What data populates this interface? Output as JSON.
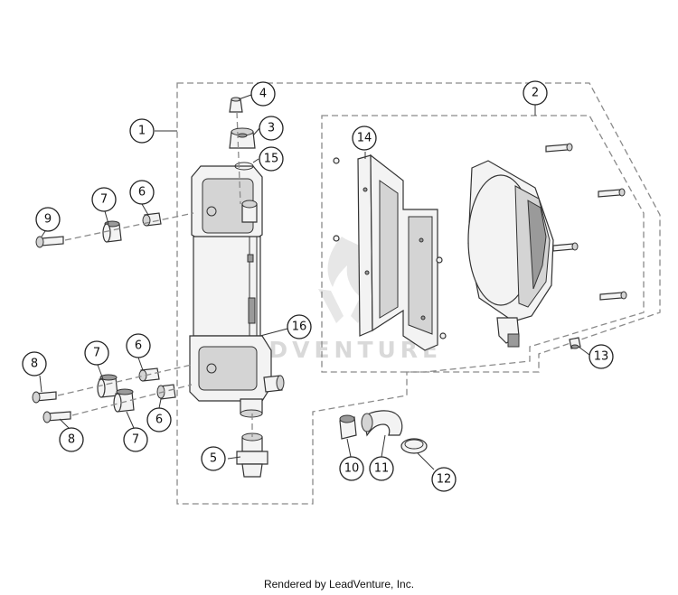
{
  "callouts": [
    "1",
    "2",
    "3",
    "4",
    "5",
    "6",
    "6",
    "6",
    "7",
    "7",
    "7",
    "8",
    "8",
    "9",
    "10",
    "11",
    "12",
    "13",
    "14",
    "15",
    "16"
  ],
  "watermark": "LEADVENTURE",
  "credit": "Rendered by LeadVenture, Inc."
}
